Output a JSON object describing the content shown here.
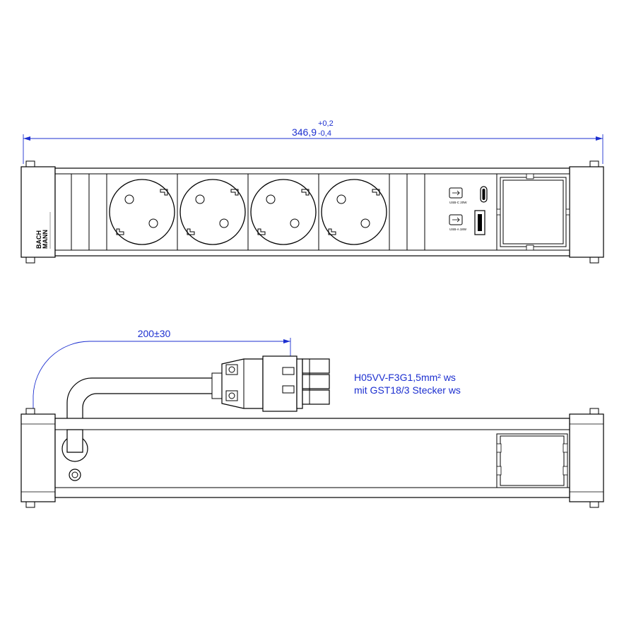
{
  "dimensions": {
    "length_nominal": "346,9",
    "tolerance_upper": "+0,2",
    "tolerance_lower": "-0,4",
    "cable_length": "200±30"
  },
  "brand": {
    "line1": "BACH",
    "line2": "MANN"
  },
  "usb_labels": {
    "usb_c": "USB-C 20W",
    "usb_a": "USB-A 18W"
  },
  "cable_note": {
    "line1": "H05VV-F3G1,5mm² ws",
    "line2": "mit GST18/3  Stecker ws"
  },
  "colors": {
    "dimension": "#1c2fd0",
    "line": "#000000",
    "background": "#ffffff"
  }
}
